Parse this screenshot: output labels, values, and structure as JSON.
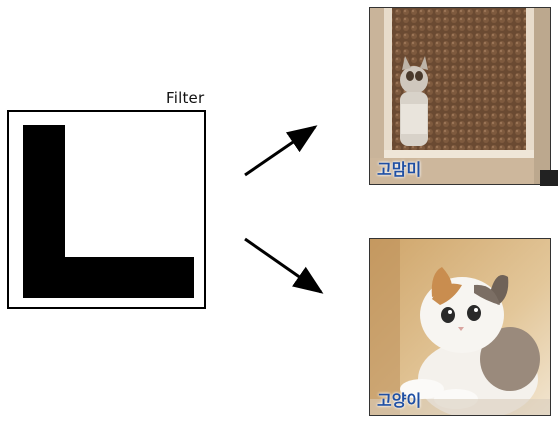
{
  "filter": {
    "label": "Filter"
  },
  "images": {
    "top": {
      "caption": "고맘미",
      "icon": "cat-behind-frosted-glass-photo"
    },
    "bottom": {
      "caption": "고양이",
      "icon": "cat-looking-up-photo"
    }
  },
  "colors": {
    "caption": "#1f4fa3",
    "filter_shape": "#000000",
    "arrow": "#000000"
  }
}
